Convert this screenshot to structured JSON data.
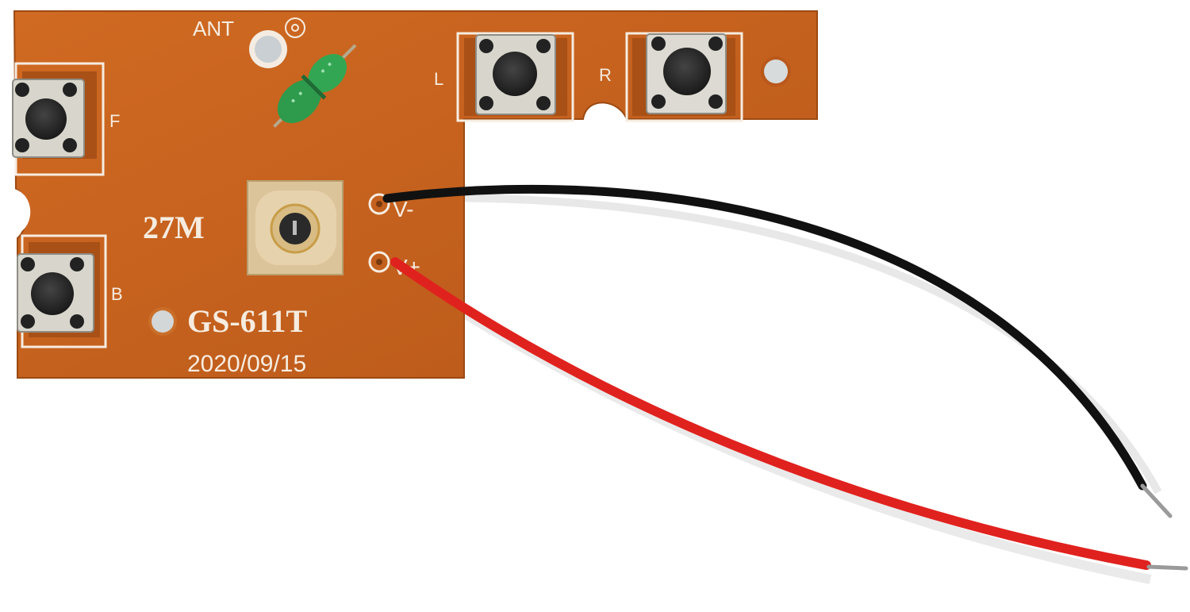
{
  "board": {
    "model": "GS-611T",
    "date": "2020/09/15",
    "frequency": "27M",
    "antenna_label": "ANT",
    "colors": {
      "pcb": "#c8641e",
      "pcb_dark": "#a85016",
      "silkscreen": "#f6ece0",
      "inductor": "#2e9a4c",
      "crystal": "#dcc49a",
      "button_metal": "#d8d6cc",
      "button_cap": "#2a2a2a"
    }
  },
  "buttons": [
    {
      "label": "F"
    },
    {
      "label": "B"
    },
    {
      "label": "L"
    },
    {
      "label": "R"
    }
  ],
  "power_pads": [
    {
      "label": "V-",
      "wire_color": "#111111"
    },
    {
      "label": "V+",
      "wire_color": "#e0221e"
    }
  ]
}
